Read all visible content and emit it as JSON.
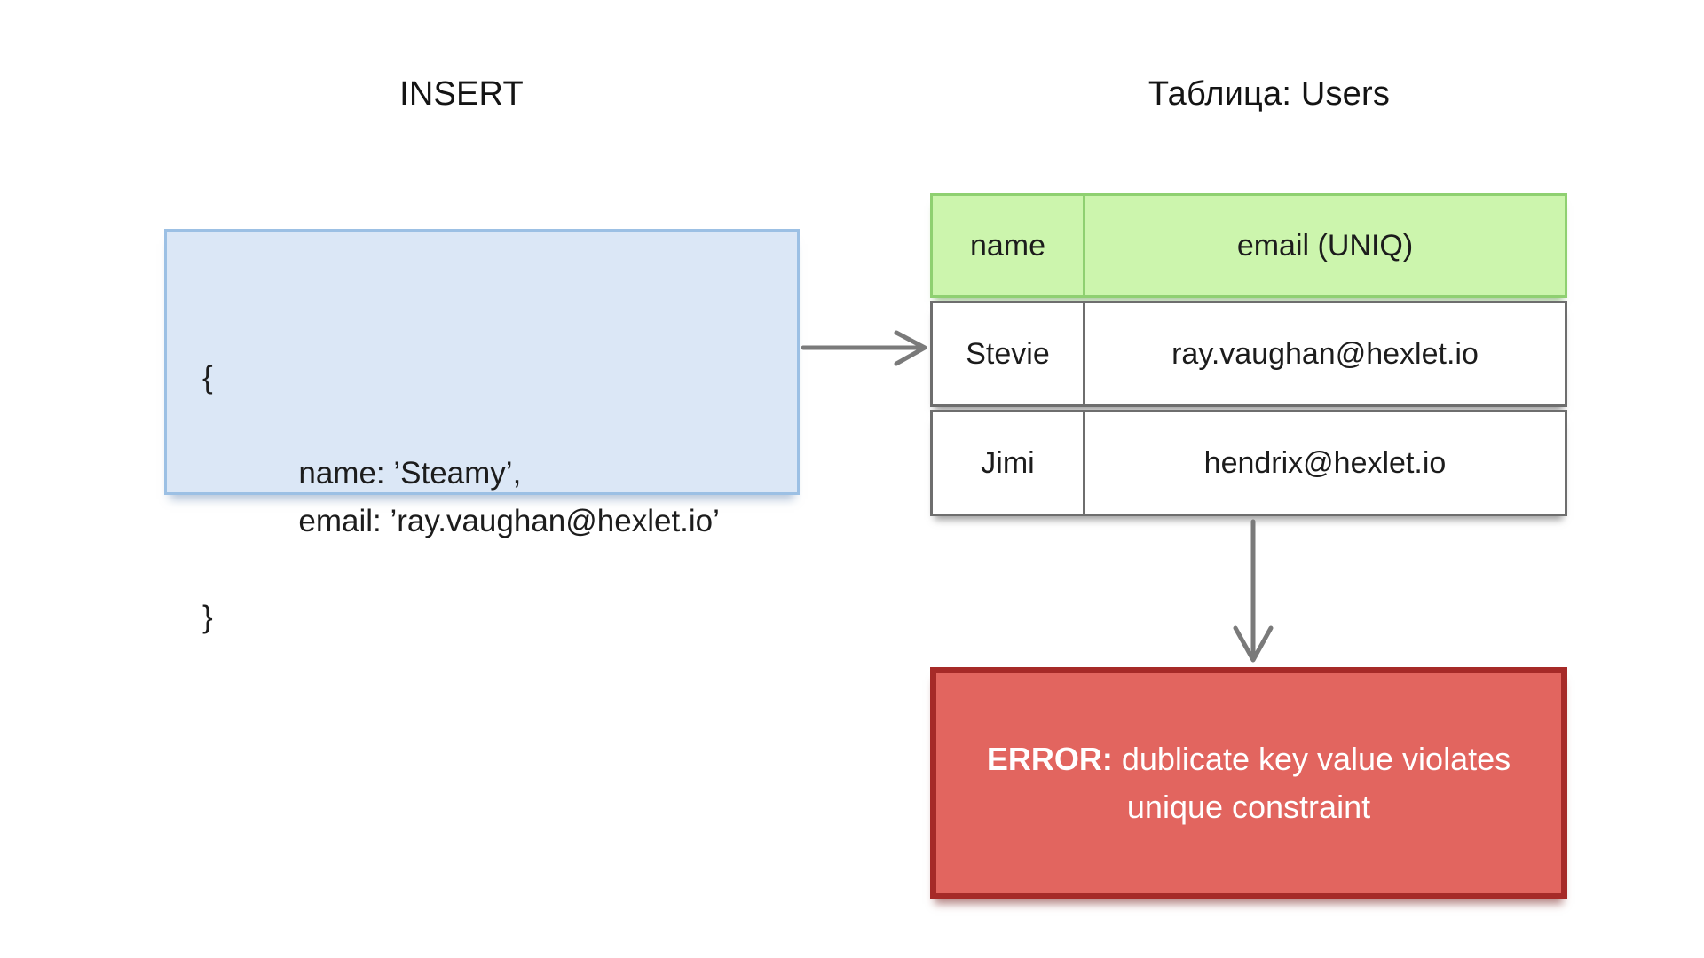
{
  "headings": {
    "left": "INSERT",
    "right": "Таблица: Users"
  },
  "insert_payload": {
    "open_brace": "{",
    "line_name": "name: ’Steamy’,",
    "line_email": "email: ’ray.vaughan@hexlet.io’",
    "close_brace": "}"
  },
  "users_table": {
    "columns": [
      "name",
      "email (UNIQ)"
    ],
    "rows": [
      {
        "name": "Stevie",
        "email": "ray.vaughan@hexlet.io"
      },
      {
        "name": "Jimi",
        "email": "hendrix@hexlet.io"
      }
    ]
  },
  "error": {
    "lead": "ERROR:",
    "message": " dublicate key value violates unique constraint"
  },
  "icons": {
    "insert_arrow": "arrow-right-icon",
    "error_arrow": "arrow-down-icon"
  },
  "colors": {
    "insert_fill": "#dbe7f6",
    "insert_border": "#9cc0e4",
    "header_fill": "#ccf5ad",
    "header_border": "#8fd071",
    "row_border": "#6e6e6e",
    "error_fill": "#e2655f",
    "error_border": "#a62a28",
    "arrow": "#7a7a7a"
  }
}
